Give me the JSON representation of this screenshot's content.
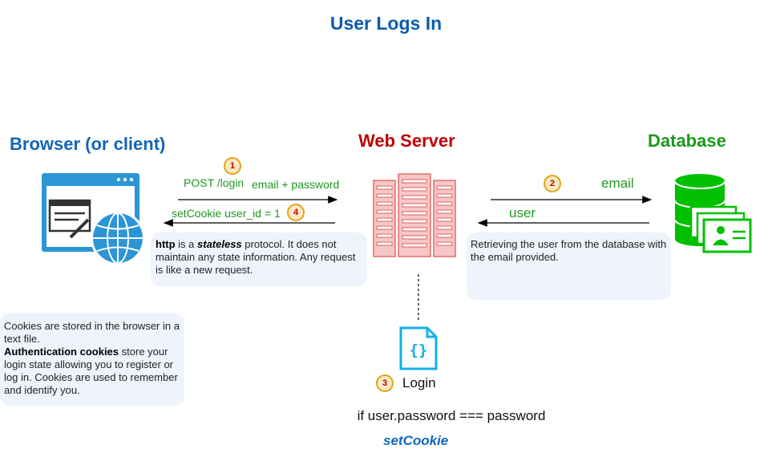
{
  "title": "User Logs In",
  "nodes": {
    "browser": "Browser (or client)",
    "server": "Web Server",
    "database": "Database"
  },
  "steps": {
    "s1": {
      "num": "1",
      "label": "POST /login",
      "payload": "email + password"
    },
    "s2": {
      "num": "2",
      "label": "email"
    },
    "s3": {
      "num": "3",
      "label": "Login"
    },
    "s4": {
      "num": "4",
      "label": "setCookie user_id = 1"
    },
    "db_return": "user"
  },
  "notes": {
    "http": {
      "strong": "http",
      "is_a": " is a ",
      "em": "stateless",
      "rest": " protocol. It does not maintain any state information. Any request is like a new request."
    },
    "db": "Retrieving the user from the database with the email provided.",
    "cookies": {
      "line1": "Cookies are stored in the browser in a text file.",
      "strong": "Authentication cookies",
      "rest": " store your login state allowing you to register or log in. Cookies are used to remember and identify you."
    }
  },
  "logic": {
    "condition": "if user.password === password",
    "action": "setCookie"
  },
  "icons": {
    "browser": "browser-globe-icon",
    "server": "server-rack-icon",
    "database": "database-cards-icon",
    "code": "code-file-icon"
  },
  "colors": {
    "title": "#0b5cad",
    "browser": "#1266b8",
    "server": "#c00000",
    "database": "#1a9a1a",
    "label_green": "#1e9a1e",
    "note_bg": "#eef3fc"
  }
}
